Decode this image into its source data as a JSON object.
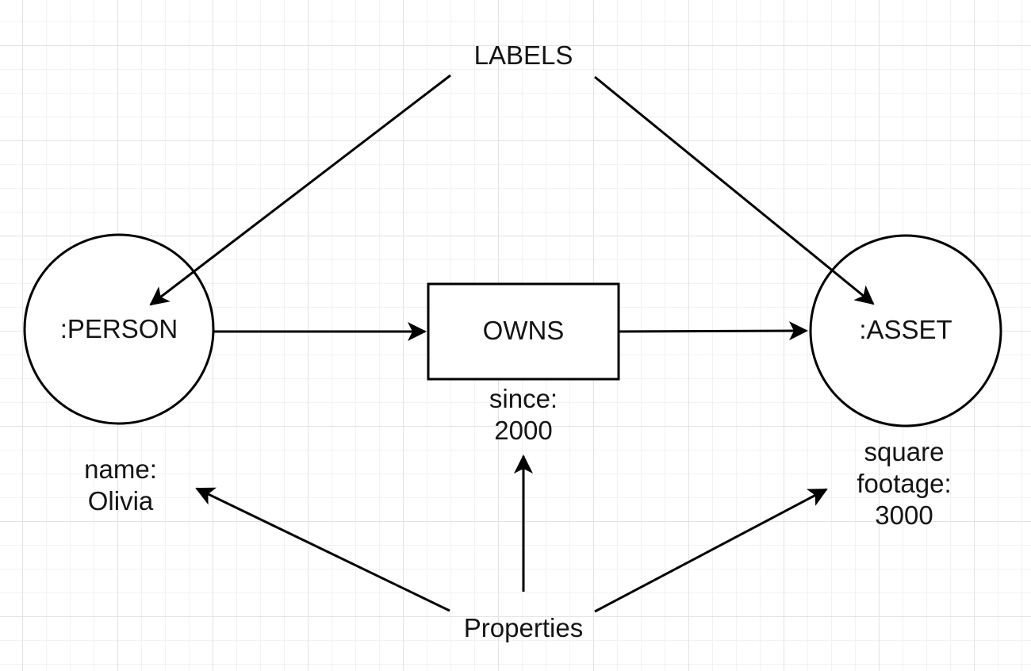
{
  "diagram": {
    "title_annotation": "LABELS",
    "properties_annotation": "Properties",
    "nodes": {
      "person": {
        "label": ":PERSON",
        "properties": "name:\nOlivia"
      },
      "asset": {
        "label": ":ASSET",
        "properties": "square\nfootage:\n3000"
      }
    },
    "relationship": {
      "label": "OWNS",
      "properties": "since:\n2000"
    }
  },
  "colors": {
    "stroke": "#000000",
    "text": "#141414",
    "bg": "#ffffff",
    "node_fill": "#ffffff",
    "grid_minor": "#f2f2f2",
    "grid_major": "#e3e3e3"
  }
}
